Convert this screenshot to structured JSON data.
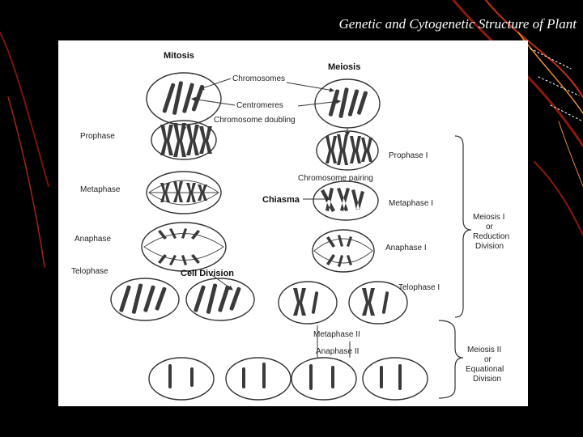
{
  "title": "Genetic and Cytogenetic Structure of Plant",
  "colors": {
    "background": "#000000",
    "figure": "#ffffff",
    "ink": "#333333",
    "decor_red": "#c0301a",
    "decor_orange": "#f08a30"
  },
  "labels": {
    "mitosis": "Mitosis",
    "meiosis": "Meiosis",
    "chromosomes": "Chromosomes",
    "centromeres": "Centromeres",
    "chromosome_doubling": "Chromosome doubling",
    "prophase": "Prophase",
    "metaphase": "Metaphase",
    "anaphase": "Anaphase",
    "telophase": "Telophase",
    "cell_division": "Cell Division",
    "prophase_i": "Prophase I",
    "chromosome_pairing": "Chromosome pairing",
    "chiasma": "Chiasma",
    "metaphase_i": "Metaphase I",
    "anaphase_i": "Anaphase I",
    "telophase_i": "Telophase I",
    "metaphase_ii": "Metaphase II",
    "anaphase_ii": "Anaphase II"
  },
  "brace_labels": {
    "meiosis_i": [
      "Meiosis I",
      "or",
      "Reduction",
      "Division"
    ],
    "meiosis_ii": [
      "Meiosis II",
      "or",
      "Equational",
      "Division"
    ]
  }
}
